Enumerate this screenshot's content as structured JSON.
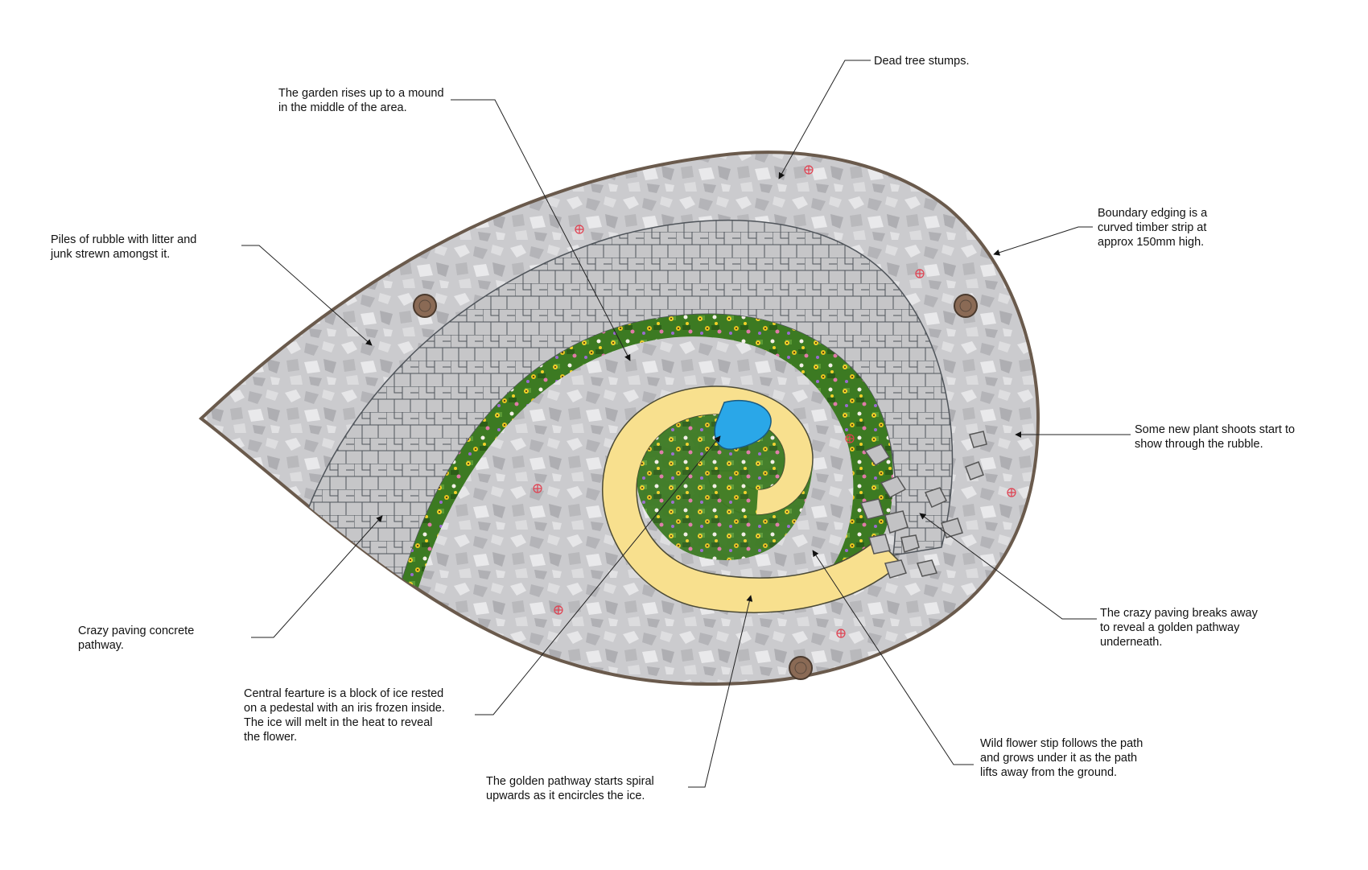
{
  "colors": {
    "rubble": "#c9c9cc",
    "paving": "#c4c4c6",
    "paving_joint": "#555a60",
    "golden_path": "#f8e08e",
    "golden_edge": "#4b4a36",
    "wildflower": "#3f7f22",
    "ice": "#2aa7e8",
    "boundary": "#6a5a4c",
    "stump": "#8a6a55",
    "shoot_marker": "#e04050"
  },
  "icons": {
    "stump": "tree-stump-icon",
    "shoot": "plant-shoot-marker-icon",
    "ice": "ice-block-icon"
  },
  "annotations": {
    "dead_stumps": [
      "Dead tree stumps."
    ],
    "mound": [
      "The garden rises up to a mound",
      "in the middle of the area."
    ],
    "boundary": [
      "Boundary edging is a",
      "curved timber strip at",
      "approx 150mm high."
    ],
    "rubble": [
      "Piles of rubble with litter and",
      "junk strewn amongst it."
    ],
    "shoots": [
      "Some new plant shoots start to",
      "show through the rubble."
    ],
    "paving_breaks": [
      "The crazy paving breaks away",
      "to reveal a golden pathway",
      "underneath."
    ],
    "crazy_paving": [
      "Crazy paving concrete",
      "pathway."
    ],
    "central_feature": [
      "Central fearture is a block of ice rested",
      "on a pedestal with an iris frozen inside.",
      "The ice will melt in the heat to reveal",
      "the flower."
    ],
    "golden_spiral": [
      "The golden pathway starts spiral",
      "upwards as it encircles the ice."
    ],
    "wild_flower": [
      "Wild flower stip follows the path",
      "and grows under it as the path",
      "lifts away from the ground."
    ]
  }
}
